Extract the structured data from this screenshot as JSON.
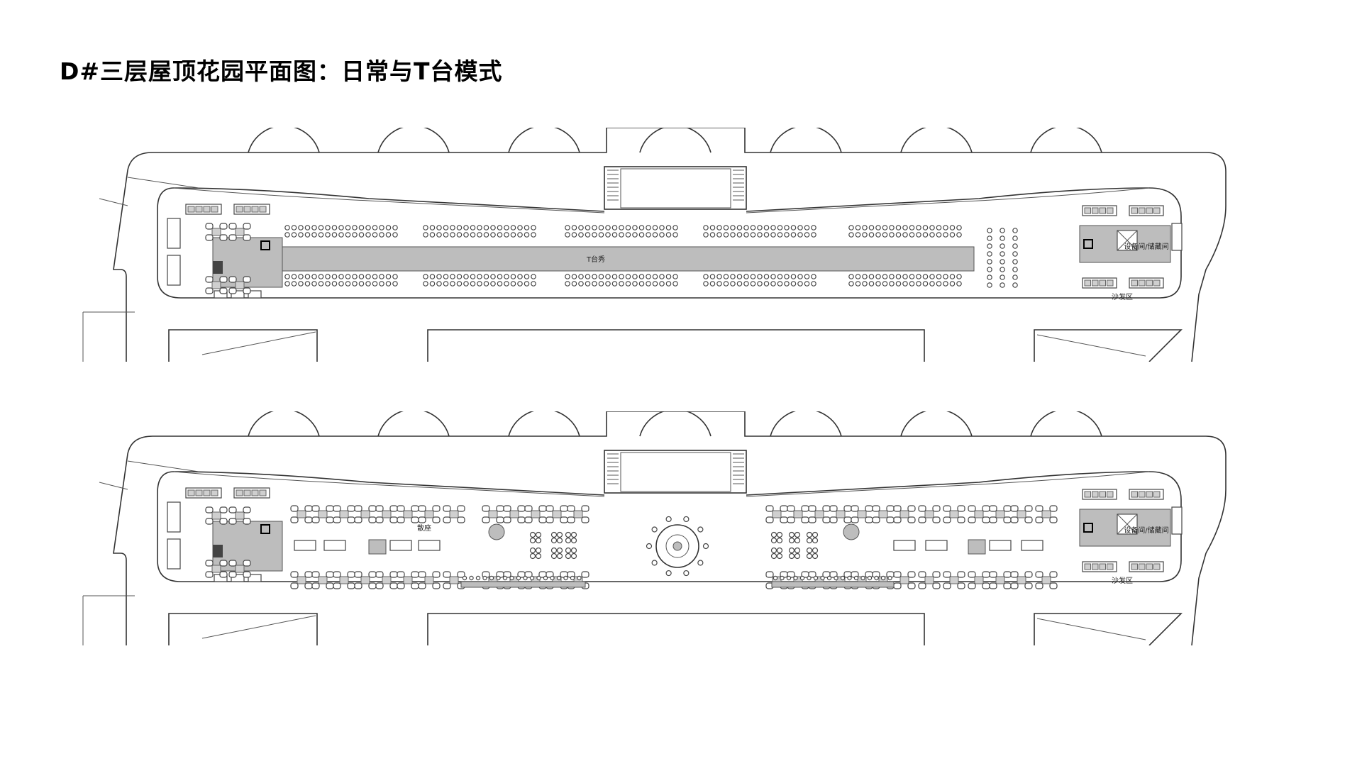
{
  "title": "D#三层屋顶花园平面图：日常与T台模式",
  "plans": [
    {
      "id": "daily-runway",
      "labels": {
        "runway": "T台秀",
        "equipment": "设备间/储藏间",
        "sofa": "沙发区"
      }
    },
    {
      "id": "daily",
      "labels": {
        "scatter": "散座",
        "equipment": "设备间/储藏间",
        "sofa": "沙发区"
      }
    }
  ],
  "colors": {
    "line": "#333333",
    "fill_grey": "#bdbdbd",
    "background": "#ffffff"
  }
}
